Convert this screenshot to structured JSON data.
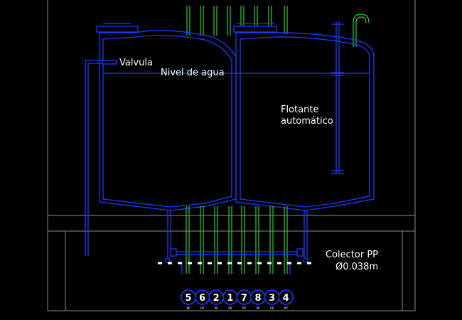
{
  "labels": {
    "valve": "Valvula",
    "water_level": "Nivel de agua",
    "float_line1": "Flotante",
    "float_line2": "automático",
    "collector_line1": "Colector PP",
    "collector_line2": "Ø0.038m"
  },
  "outlets": [
    "5",
    "6",
    "2",
    "1",
    "7",
    "8",
    "3",
    "4"
  ],
  "outlet_tag": "PP",
  "colors": {
    "tank": "#1a3cff",
    "pipe": "#33cc33",
    "frame": "#8a8a8a",
    "text": "#ffffff",
    "dash": "#ffffff"
  }
}
